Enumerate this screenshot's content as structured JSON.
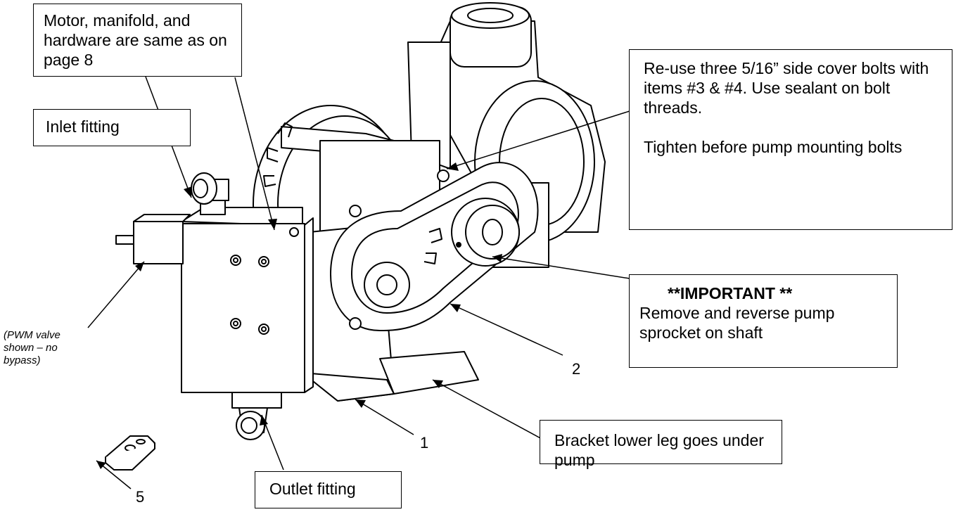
{
  "callouts": {
    "motor_manifold": "Motor, manifold, and hardware are same as on page 8",
    "inlet": "Inlet fitting",
    "reuse_bolts_line1": "Re-use three 5/16” side cover bolts with items #3 & #4.  Use sealant on bolt threads.",
    "reuse_bolts_line2": "Tighten before pump mounting bolts",
    "important_heading": "**IMPORTANT **",
    "important_body": "Remove and reverse pump sprocket on shaft",
    "bracket": "Bracket lower leg goes under pump",
    "outlet": "Outlet fitting"
  },
  "notes": {
    "pwm": "(PWM valve shown – no bypass)"
  },
  "item_numbers": {
    "bracket": "1",
    "chain": "2",
    "plate": "5"
  }
}
